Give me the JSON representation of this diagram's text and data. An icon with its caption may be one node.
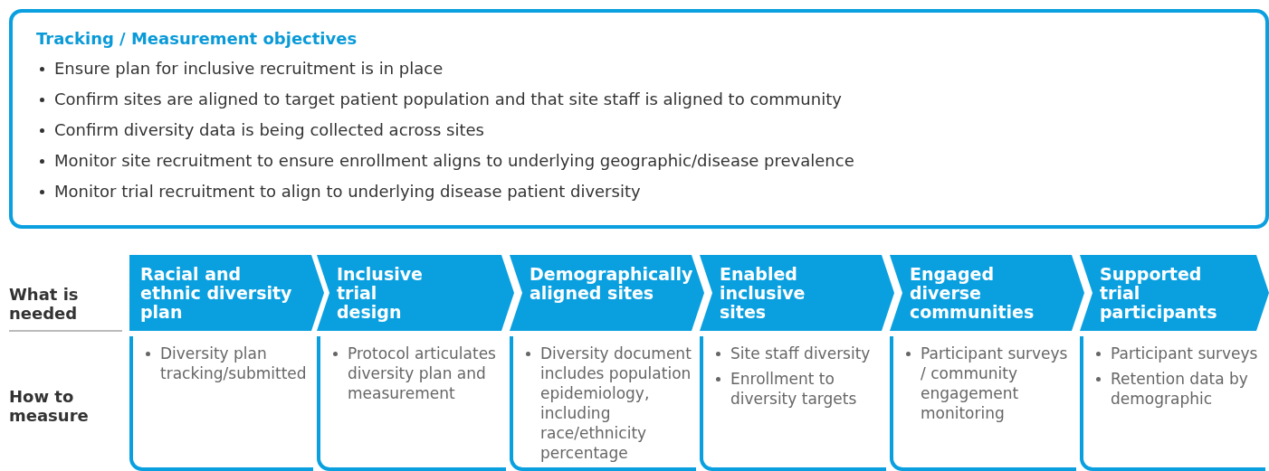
{
  "diagram": {
    "nodes": [
      {
        "text": [
          "Tracking / Measurement objectives",
          "Ensure plan for inclusive recruitment is in place",
          "Confirm sites are aligned to target patient population and that site staff is aligned to community",
          "Confirm diversity data is being collected across sites",
          "Monitor site recruitment to ensure enrollment aligns to underlying geographic/disease prevalence",
          "Monitor trial recruitment to align to underlying disease patient diversity"
        ]
      },
      {
        "text": [
          "Racial and ethnic diversity plan"
        ]
      },
      {
        "text": [
          "Inclusive trial design"
        ]
      },
      {
        "text": [
          "Demographically aligned sites"
        ]
      },
      {
        "text": [
          "Enabled inclusive sites"
        ]
      },
      {
        "text": [
          "Engaged diverse communities"
        ]
      },
      {
        "text": [
          "Supported trial participants"
        ]
      },
      {
        "text": [
          "Diversity plan tracking/submitted"
        ]
      },
      {
        "text": [
          "Protocol articulates diversity plan and measurement"
        ]
      },
      {
        "text": [
          "Diversity document includes population epidemiology, including race/ethnicity percentage"
        ]
      },
      {
        "text": [
          "Site staff diversity",
          "Enrollment to diversity targets"
        ]
      },
      {
        "text": [
          "Participant surveys / community engagement monitoring"
        ]
      },
      {
        "text": [
          "Participant surveys",
          "Retention data by demographic"
        ]
      }
    ],
    "labels": [
      "What is needed",
      "How to measure"
    ]
  }
}
